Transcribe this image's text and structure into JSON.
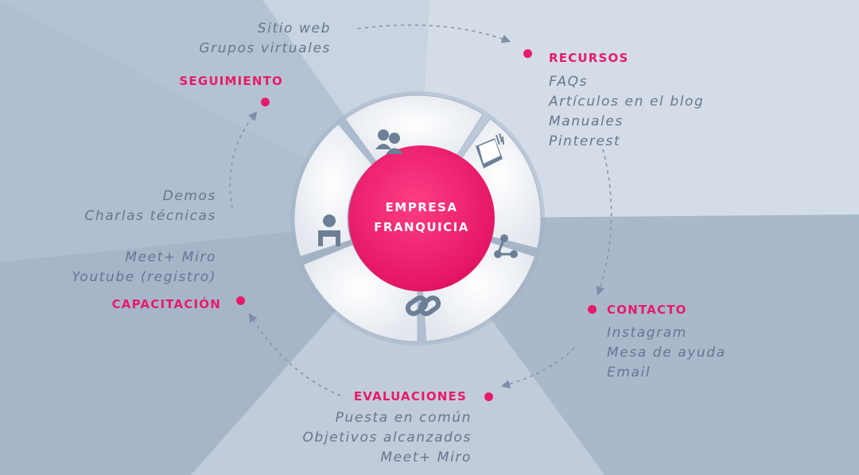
{
  "center": {
    "line1": "EMPRESA",
    "line2": "FRANQUICIA"
  },
  "sections": {
    "recursos": {
      "title": "RECURSOS",
      "items": [
        "FAQs",
        "Artículos en el blog",
        "Manuales",
        "Pinterest"
      ]
    },
    "contacto": {
      "title": "CONTACTO",
      "items": [
        "Instagram",
        "Mesa de ayuda",
        "Email"
      ]
    },
    "evaluaciones": {
      "title": "EVALUACIONES",
      "items": [
        "Puesta en común",
        "Objetivos alcanzados",
        "Meet+ Miro"
      ]
    },
    "capacitacion": {
      "title": "CAPACITACIÓN",
      "items": [
        "Meet+ Miro",
        "Youtube (registro)"
      ]
    },
    "seguimiento": {
      "title": "SEGUIMIENTO",
      "items": [
        "Demos",
        "Charlas técnicas"
      ]
    },
    "top": {
      "items": [
        "Sitio web",
        "Grupos virtuales"
      ]
    }
  },
  "icons": [
    "users-icon",
    "book-icon",
    "share-icon",
    "link-icon",
    "person-icon"
  ],
  "colors": {
    "accent": "#e81a6a",
    "text": "#66768d",
    "background": "#b4c3d4"
  }
}
